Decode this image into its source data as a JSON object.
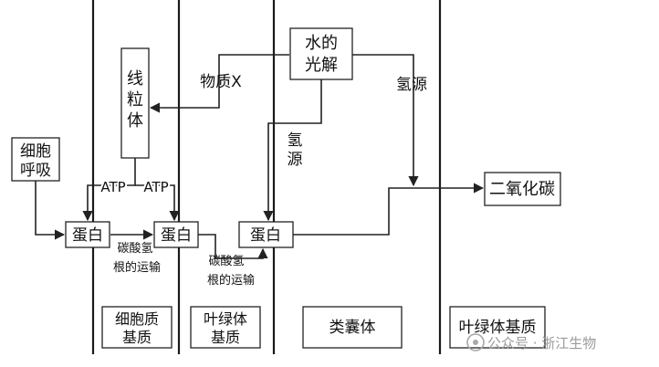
{
  "diagram": {
    "nodes": {
      "water_photolysis": [
        "水的",
        "光解"
      ],
      "mitochondria": [
        "线",
        "粒",
        "体"
      ],
      "respiration": [
        "细胞",
        "呼吸"
      ],
      "protein_1": "蛋白",
      "protein_2": "蛋白",
      "protein_3": "蛋白",
      "co2": "二氧化碳"
    },
    "edge_labels": {
      "substance_x": "物质X",
      "hydrogen_source_right": "氢源",
      "hydrogen_source_mid": [
        "氢",
        "源"
      ],
      "atp_left": "ATP",
      "atp_right": "ATP",
      "bicarbonate_transport_1": [
        "碳酸氢",
        "根的运输"
      ],
      "bicarbonate_transport_2": [
        "碳酸氢",
        "根的运输"
      ]
    },
    "regions": {
      "cytoplasm_matrix": [
        "细胞质",
        "基质"
      ],
      "chloroplast_matrix": [
        "叶绿体",
        "基质"
      ],
      "thylakoid": "类囊体",
      "chloroplast_stroma": "叶绿体基质"
    }
  },
  "watermark": "公众号 · 浙江生物"
}
